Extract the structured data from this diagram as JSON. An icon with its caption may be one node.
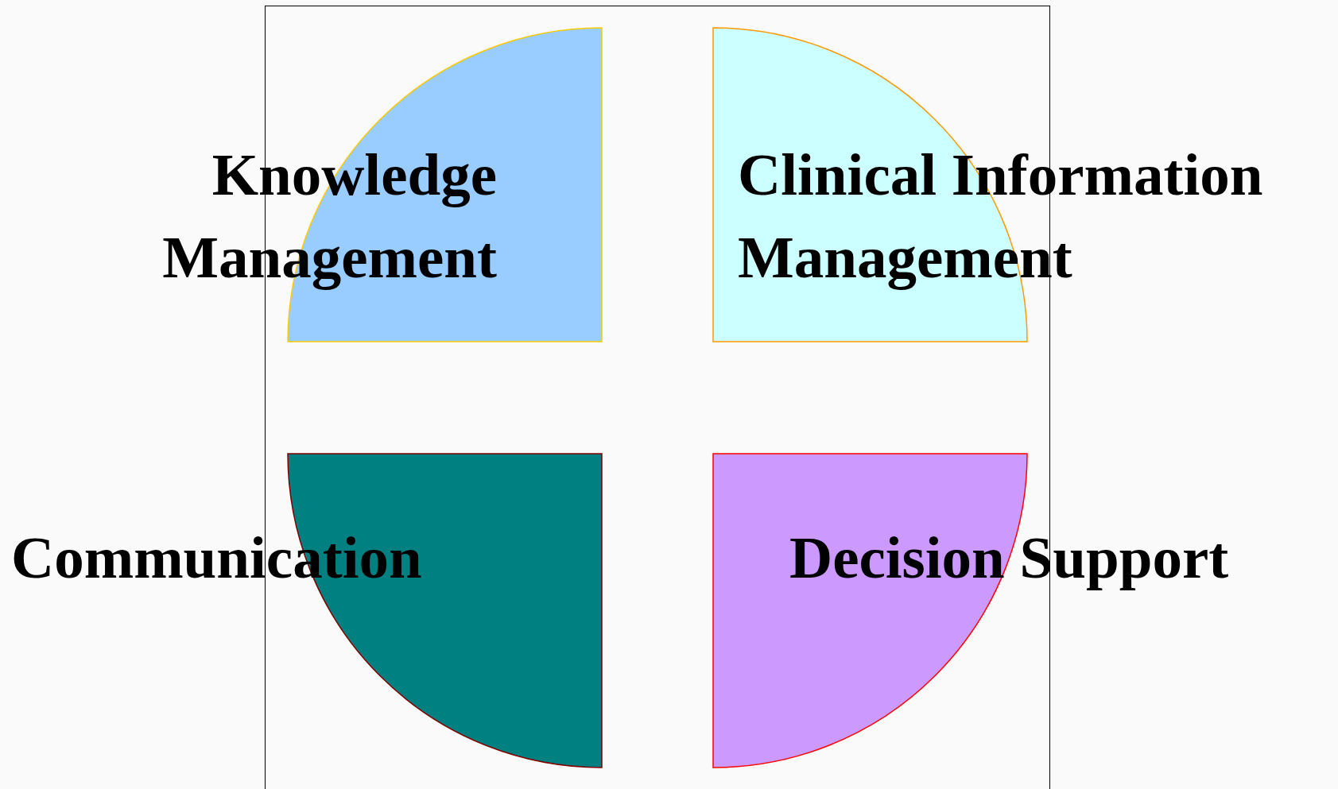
{
  "diagram": {
    "nodes": [
      {
        "text": [
          "Knowledge Management"
        ]
      },
      {
        "text": [
          "Clinical Information Management"
        ]
      },
      {
        "text": [
          "Communication"
        ]
      },
      {
        "text": [
          "Decision Support"
        ]
      }
    ]
  }
}
